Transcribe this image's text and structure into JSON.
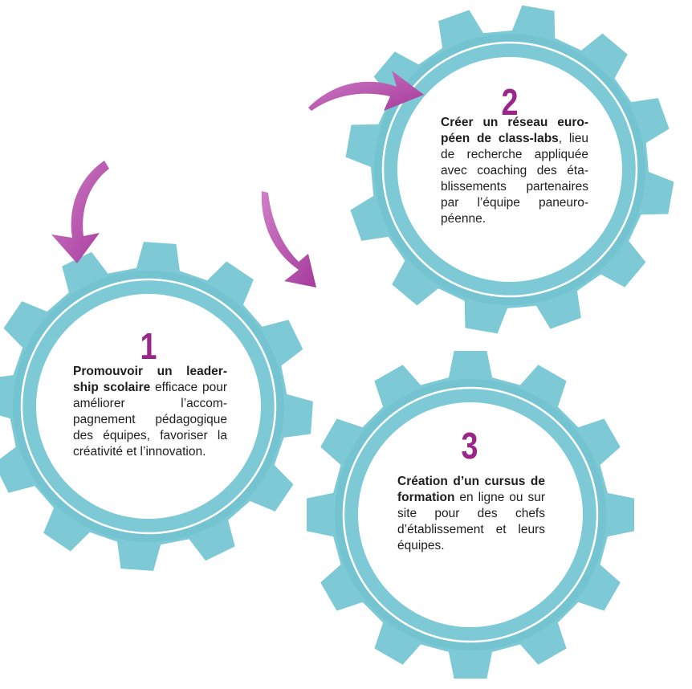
{
  "colors": {
    "gear": "#7ec9d6",
    "gear_dark": "#5fb6c6",
    "gear_ring": "#ffffff",
    "center": "#ffffff",
    "number": "#9b2589",
    "arrow": "#a63a9c",
    "arrow_light": "#cf7fc7",
    "text": "#1e1e1e"
  },
  "steps": [
    {
      "number": "1",
      "bold": "Promouvoir un leader-ship scolaire",
      "rest": " efficace pour améliorer l’accom-pagnement pédagogique des équipes, favoriser la créativité et l’innovation."
    },
    {
      "number": "2",
      "bold": "Créer un réseau euro-péen de class-labs",
      "rest": ", lieu de recherche appliquée avec coaching des éta-blissements partenaires par l’équipe paneuro-péenne."
    },
    {
      "number": "3",
      "bold": "Création d’un cursus de formation",
      "rest": " en ligne ou sur site pour des chefs d’établissement et leurs équipes."
    }
  ],
  "icons": [
    "gear-icon",
    "curved-arrow-icon"
  ]
}
